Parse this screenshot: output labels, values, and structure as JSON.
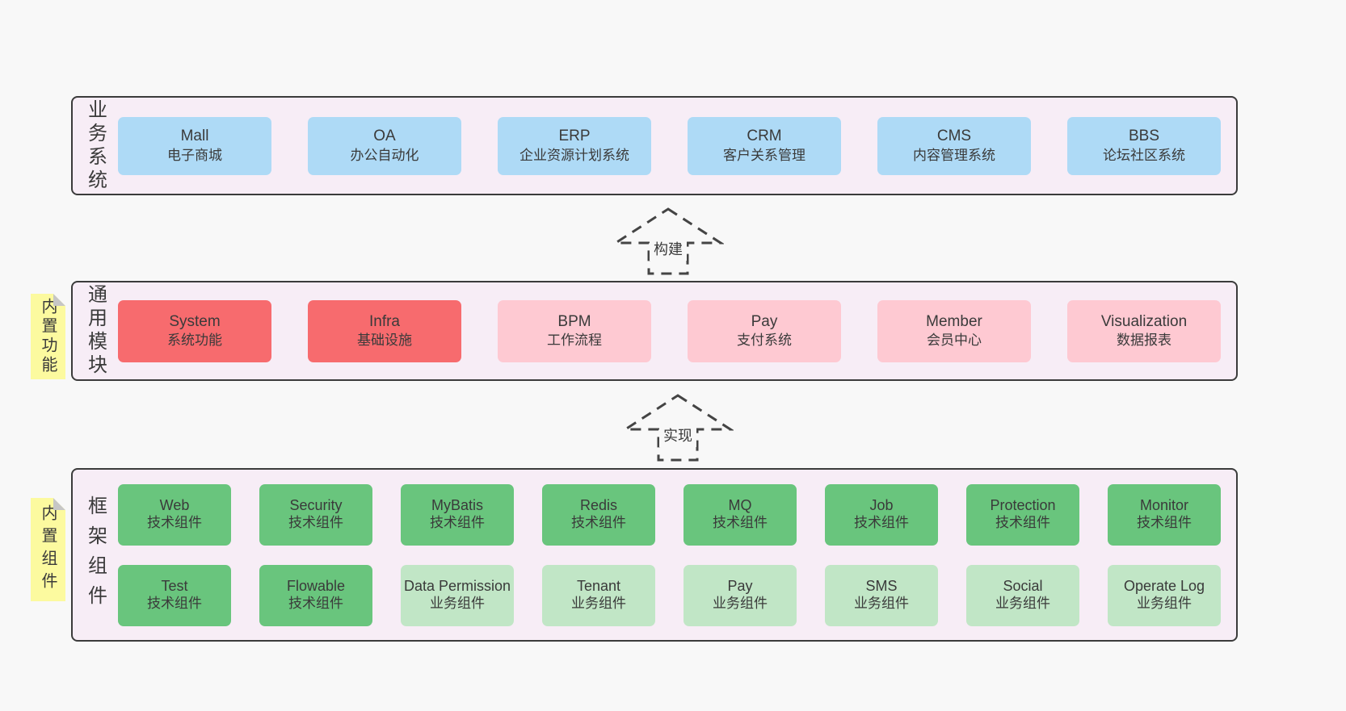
{
  "colors": {
    "page_bg": "#f8f8f8",
    "container_bg": "#f7edf6",
    "container_border": "#3b3b3b",
    "blue": "#aedaf6",
    "red": "#f76b6e",
    "pink": "#fec9d2",
    "green": "#69c57d",
    "light_green": "#c1e6c6",
    "note_yellow": "#fcfa9f",
    "note_fold": "#c6c6c6",
    "arrow": "#444444",
    "text": "#3a3a3a"
  },
  "arrows": [
    {
      "label": "构建"
    },
    {
      "label": "实现"
    }
  ],
  "layers": {
    "business": {
      "label": "业务系统",
      "boxes": [
        {
          "title": "Mall",
          "subtitle": "电子商城"
        },
        {
          "title": "OA",
          "subtitle": "办公自动化"
        },
        {
          "title": "ERP",
          "subtitle": "企业资源计划系统"
        },
        {
          "title": "CRM",
          "subtitle": "客户关系管理"
        },
        {
          "title": "CMS",
          "subtitle": "内容管理系统"
        },
        {
          "title": "BBS",
          "subtitle": "论坛社区系统"
        }
      ]
    },
    "modules": {
      "label": "通用模块",
      "note": "内置功能",
      "boxes": [
        {
          "title": "System",
          "subtitle": "系统功能"
        },
        {
          "title": "Infra",
          "subtitle": "基础设施"
        },
        {
          "title": "BPM",
          "subtitle": "工作流程"
        },
        {
          "title": "Pay",
          "subtitle": "支付系统"
        },
        {
          "title": "Member",
          "subtitle": "会员中心"
        },
        {
          "title": "Visualization",
          "subtitle": "数据报表"
        }
      ]
    },
    "components": {
      "label": "框架组件",
      "note": "内置组件",
      "row1": [
        {
          "title": "Web",
          "subtitle": "技术组件"
        },
        {
          "title": "Security",
          "subtitle": "技术组件"
        },
        {
          "title": "MyBatis",
          "subtitle": "技术组件"
        },
        {
          "title": "Redis",
          "subtitle": "技术组件"
        },
        {
          "title": "MQ",
          "subtitle": "技术组件"
        },
        {
          "title": "Job",
          "subtitle": "技术组件"
        },
        {
          "title": "Protection",
          "subtitle": "技术组件"
        },
        {
          "title": "Monitor",
          "subtitle": "技术组件"
        }
      ],
      "row2": [
        {
          "title": "Test",
          "subtitle": "技术组件"
        },
        {
          "title": "Flowable",
          "subtitle": "技术组件"
        },
        {
          "title": "Data Permission",
          "subtitle": "业务组件"
        },
        {
          "title": "Tenant",
          "subtitle": "业务组件"
        },
        {
          "title": "Pay",
          "subtitle": "业务组件"
        },
        {
          "title": "SMS",
          "subtitle": "业务组件"
        },
        {
          "title": "Social",
          "subtitle": "业务组件"
        },
        {
          "title": "Operate Log",
          "subtitle": "业务组件"
        }
      ]
    }
  }
}
